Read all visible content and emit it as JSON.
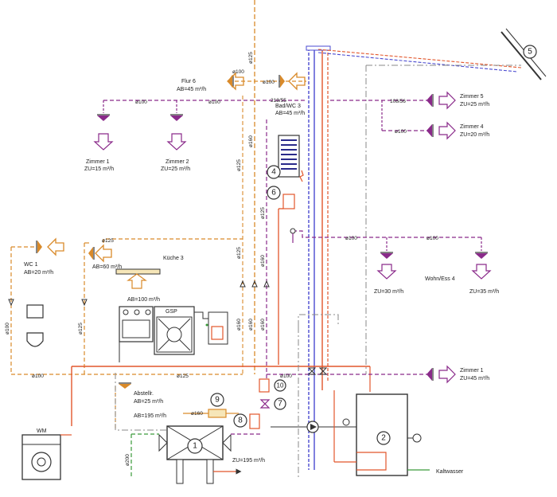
{
  "rooms": {
    "flur": {
      "name": "Flur 6",
      "flow": "AB=45 m³/h"
    },
    "bad": {
      "name": "Bad/WC 3",
      "flow": "AB=45 m³/h"
    },
    "zimmer1_top": {
      "name": "Zimmer 1",
      "flow": "ZU=15 m³/h"
    },
    "zimmer2": {
      "name": "Zimmer 2",
      "flow": "ZU=25 m³/h"
    },
    "zimmer5": {
      "name": "Zimmer 5",
      "flow": "ZU=25 m³/h"
    },
    "zimmer4": {
      "name": "Zimmer 4",
      "flow": "ZU=20 m³/h"
    },
    "wc1": {
      "name": "WC 1",
      "flow": "AB=20 m³/h"
    },
    "kueche": {
      "name": "Küche 3",
      "flow_hood": "AB=60 m³/h",
      "flow_room": "AB=100 m³/h"
    },
    "wohn": {
      "name": "Wohn/Ess 4",
      "flow_left": "ZU=30 m³/h",
      "flow_right": "ZU=35 m³/h"
    },
    "zimmer1_right": {
      "name": "Zimmer 1",
      "flow": "ZU=45 m³/h"
    },
    "abstell": {
      "name": "Abstellr.",
      "flow": "AB=25 m³/h"
    }
  },
  "equipment": {
    "gsp": "GSP",
    "wm": "WM",
    "kaltwasser": "Kaltwasser",
    "ab_total": "AB=195 m³/h",
    "zu_total": "ZU=195 m³/h"
  },
  "dimensions": {
    "d100": "ø100",
    "d125": "ø125",
    "d160": "ø160",
    "d200": "ø200",
    "r218": "218/55",
    "r108": "108/56"
  },
  "markers": [
    "1",
    "2",
    "4",
    "5",
    "6",
    "7",
    "8",
    "9",
    "10"
  ],
  "colors": {
    "supply": "#8a2a8a",
    "extract": "#d98a2a",
    "red": "#e2562b",
    "blue": "#4a4ad0",
    "gray": "#888888",
    "green": "#3a9a3a"
  }
}
